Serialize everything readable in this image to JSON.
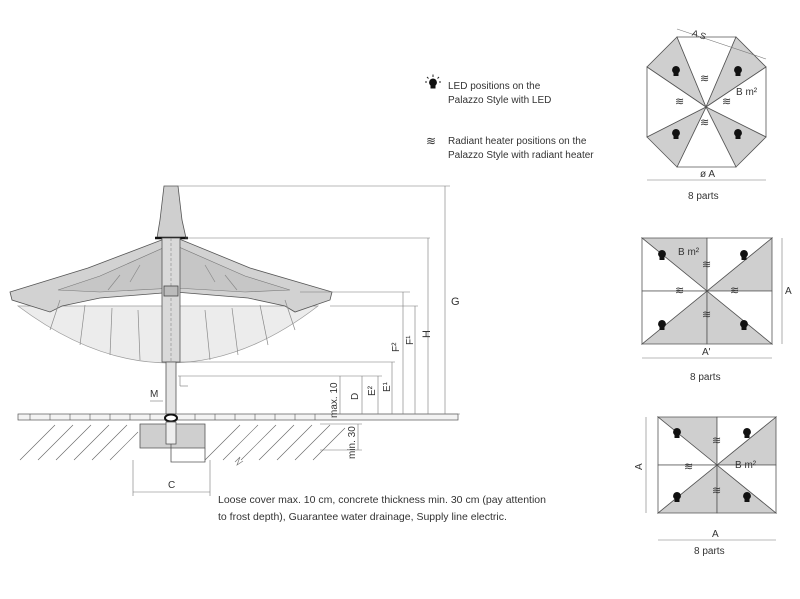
{
  "legend": {
    "led_icon": "bulb-icon",
    "led_line1": "LED positions on the",
    "led_line2": "Palazzo Style with LED",
    "heater_icon": "radiant-heater-icon",
    "heater_symbol": "≋",
    "heater_line1": "Radiant heater positions on the",
    "heater_line2": "Palazzo Style with radiant heater"
  },
  "section": {
    "dims": {
      "G": "G",
      "H": "H",
      "F1": "F¹",
      "F2": "F²",
      "E1": "E¹",
      "E2": "E²",
      "D": "D",
      "max10": "max. 10",
      "min30": "min. 30",
      "M": "M",
      "C": "C"
    }
  },
  "note": {
    "line1": "Loose cover max. 10 cm, concrete thickness min. 30 cm (pay attention",
    "line2": "to frost depth), Guarantee water drainage, Supply line electric."
  },
  "shapes": {
    "octagon": {
      "edge_label": "A S",
      "area_label": "B m²",
      "diameter_label": "ø A",
      "parts": "8 parts"
    },
    "rectangle": {
      "area_label": "B m²",
      "width_label": "A'",
      "height_label": "A",
      "parts": "8 parts"
    },
    "square": {
      "area_label": "B m²",
      "width_label": "A",
      "height_label": "A",
      "parts": "8 parts"
    }
  },
  "colors": {
    "line": "#555555",
    "fill_gray": "#cfcfcf",
    "canopy": "#d4d4d4",
    "canopy_light": "#ececec"
  }
}
